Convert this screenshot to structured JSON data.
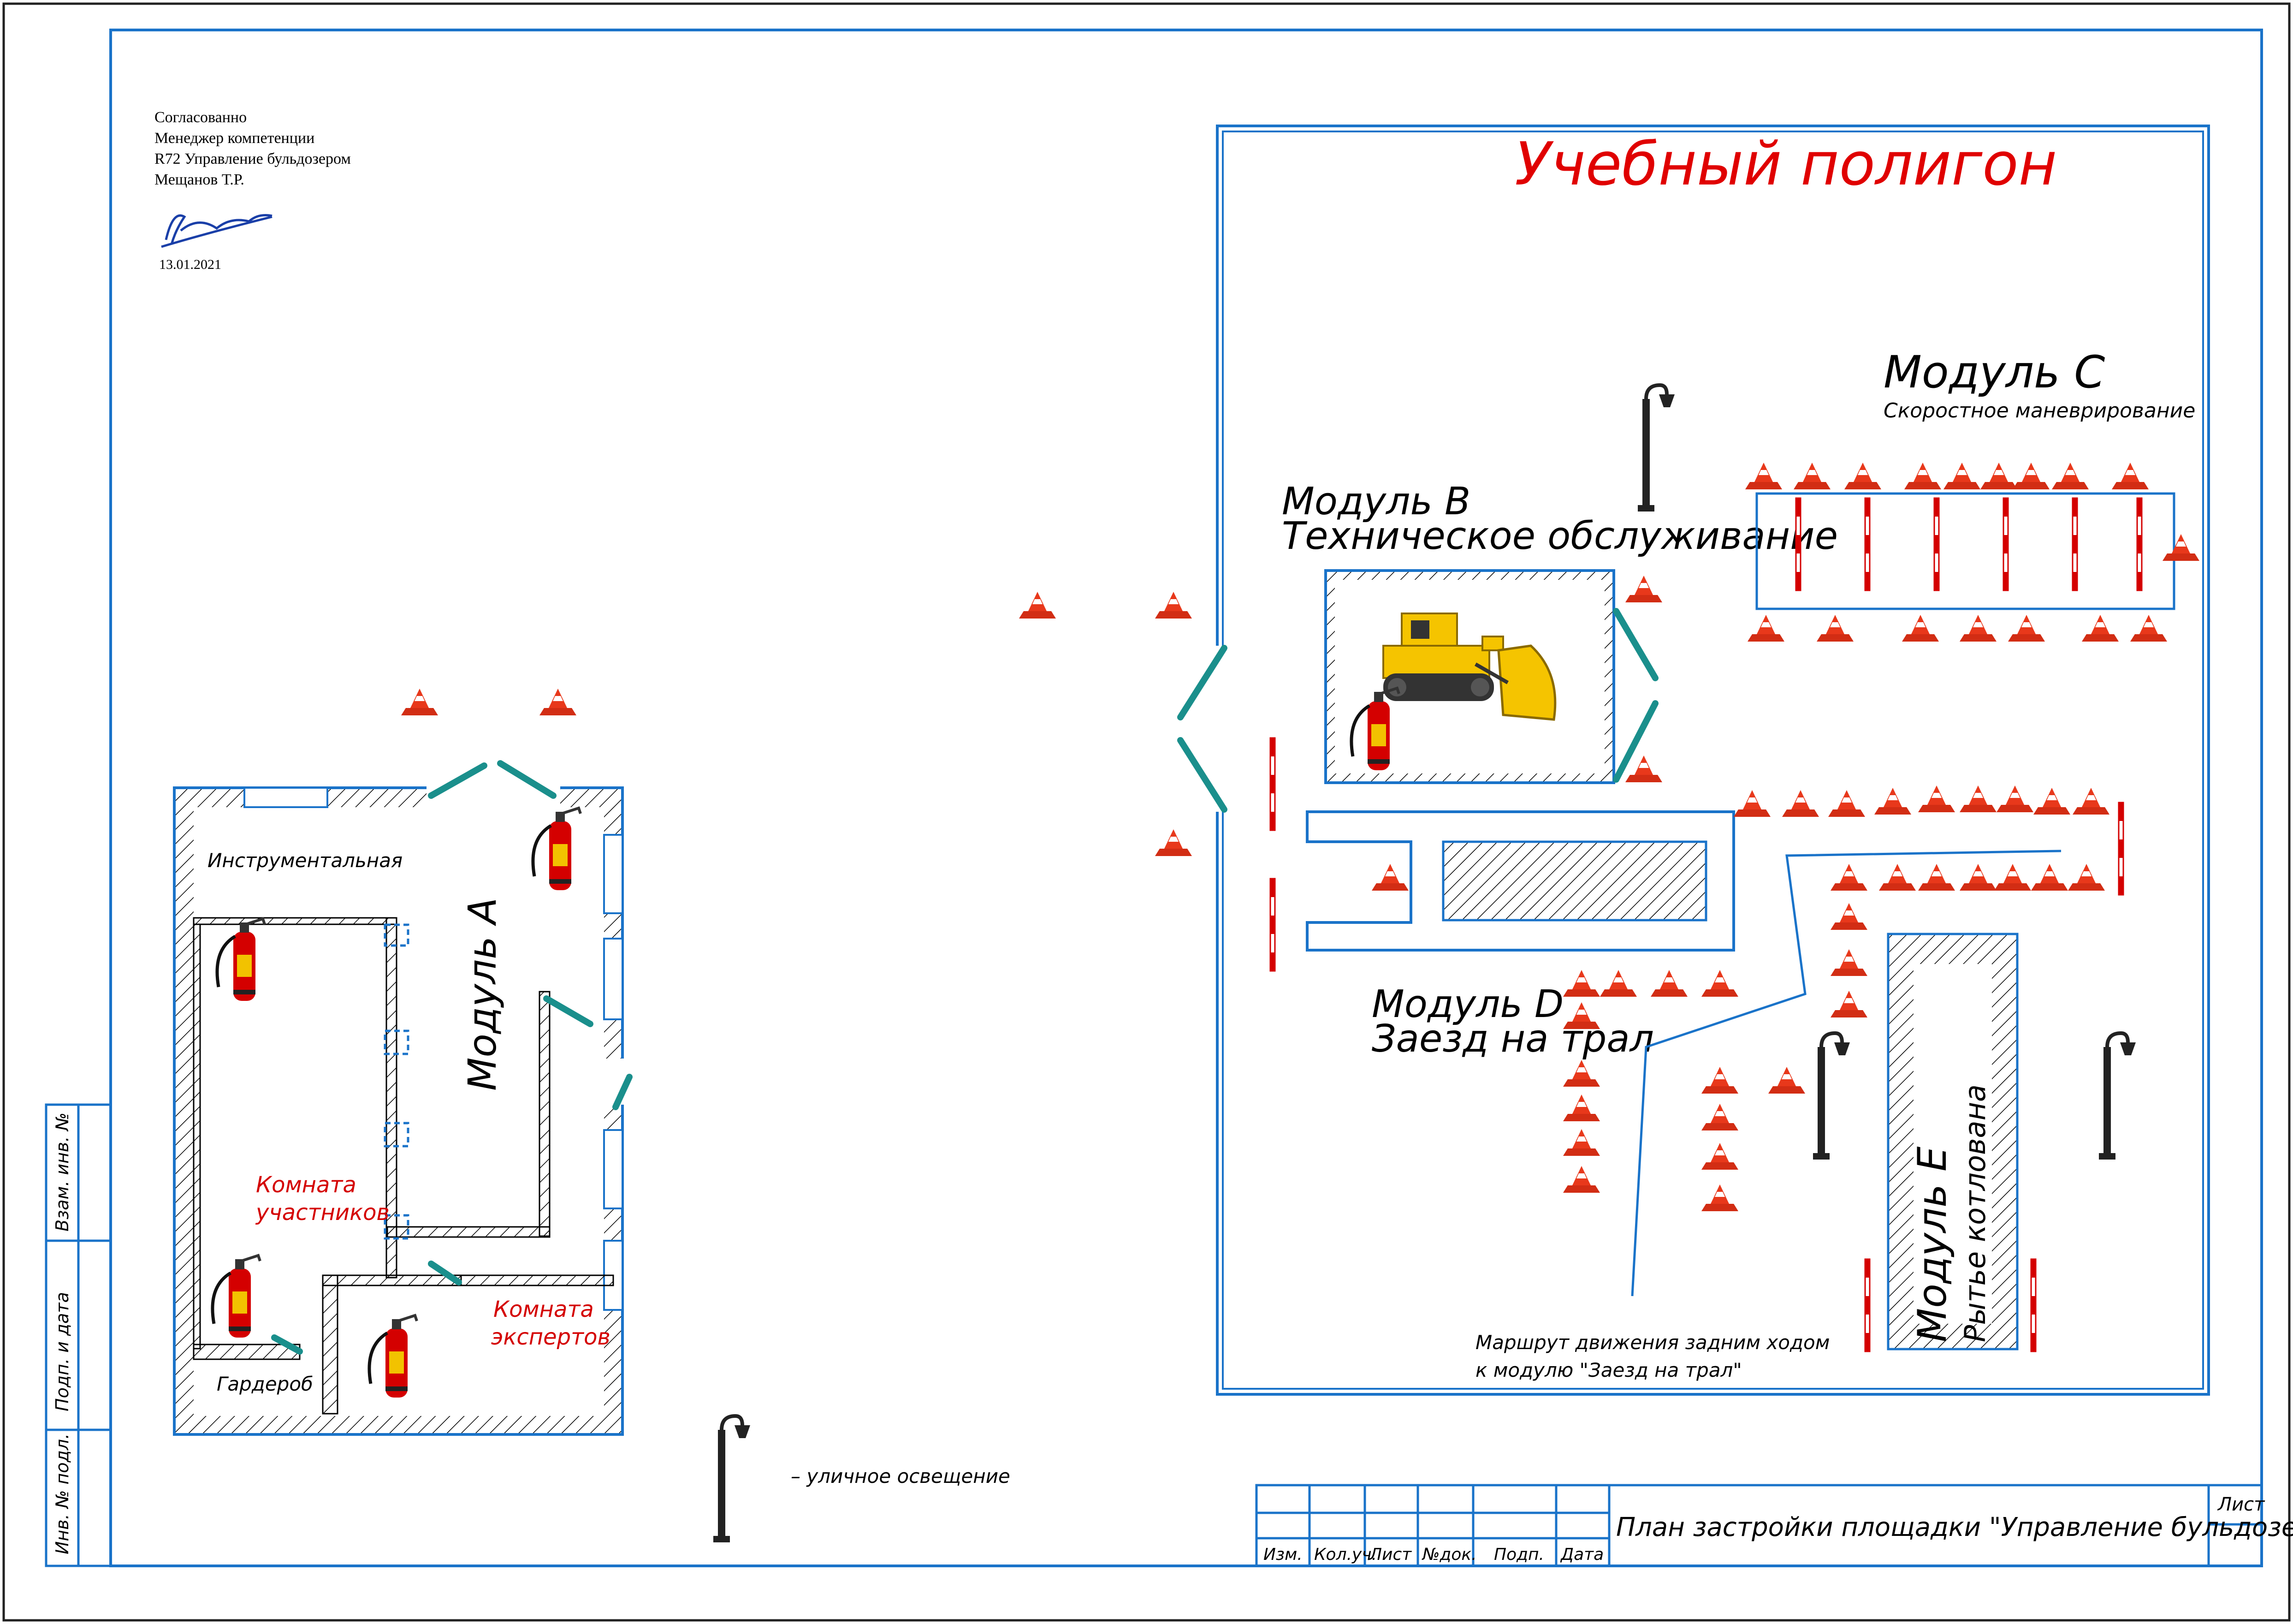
{
  "approval": {
    "line1": "Согласованно",
    "line2": "Менеджер компетенции",
    "line3": "R72 Управление бульдозером",
    "line4": "Мещанов Т.Р.",
    "date": "13.01.2021"
  },
  "polygon_title": "Учебный полигон",
  "building": {
    "module_label": "Модуль A",
    "tool_room": "Инструментальная",
    "participants_room": [
      "Комната",
      "участников"
    ],
    "wardrobe": "Гардероб",
    "experts_room": [
      "Комната",
      "экспертов"
    ]
  },
  "modules": {
    "b": {
      "title": "Модуль B",
      "subtitle": "Техническое обслуживание"
    },
    "c": {
      "title": "Модуль C",
      "subtitle": "Скоростное маневрирование"
    },
    "d": {
      "title": "Модуль D",
      "subtitle": "Заезд на трал"
    },
    "e": {
      "title": "Модуль E",
      "subtitle": "Рытье котлована"
    }
  },
  "route_note": [
    "Маршрут движения задним ходом",
    "к модулю \"Заезд на трал\""
  ],
  "legend": {
    "street_light": "– уличное освещение"
  },
  "stamp": {
    "sheet_title": "План застройки площадки \"Управление бульдозером\"",
    "sheet_label": "Лист",
    "headers": [
      "Изм.",
      "Кол.уч.",
      "Лист",
      "№док.",
      "Подп.",
      "Дата"
    ]
  },
  "side_stamp": [
    "Взам. инв. №",
    "Подп. и дата",
    "Инв. № подл."
  ],
  "colors": {
    "frame": "#1a73c9",
    "title_red": "#e00000",
    "cone": "#e8381b",
    "door": "#1a8f8c",
    "dozer": "#f5c400"
  }
}
